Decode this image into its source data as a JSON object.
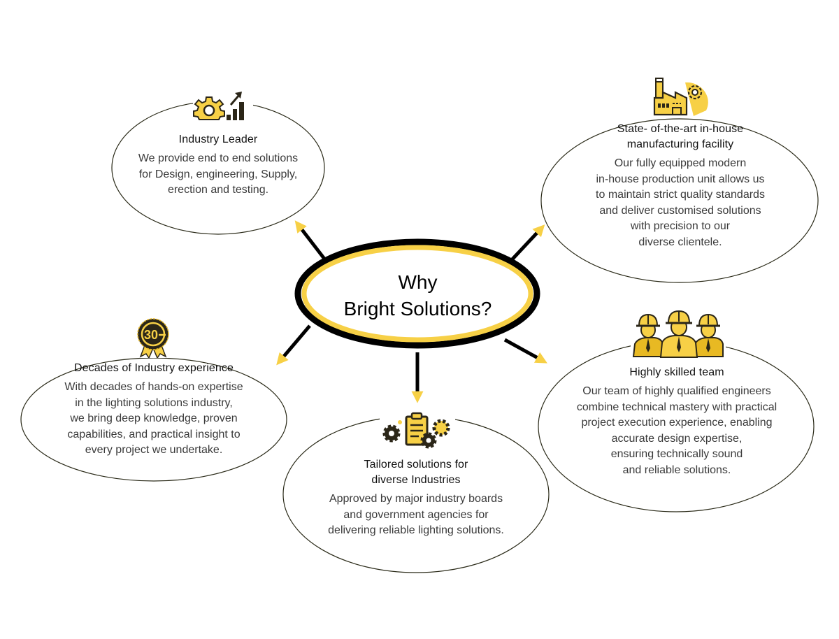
{
  "theme": {
    "accent": "#F7D046",
    "accent_dark": "#E8B923",
    "line": "#000000",
    "icon_dark": "#2b2618",
    "text_title": "#111111",
    "text_body": "#3a3a3a"
  },
  "center": {
    "title_lines": [
      "Why",
      "Bright Solutions?"
    ]
  },
  "nodes": [
    {
      "id": "industry-leader",
      "icon": "gear-growth-chart-icon",
      "title_lines": [
        "Industry Leader"
      ],
      "body_lines": [
        "We provide end to end solutions",
        "for Design, engineering, Supply,",
        "erection and testing."
      ]
    },
    {
      "id": "manufacturing-facility",
      "icon": "factory-gear-icon",
      "title_lines": [
        "State- of-the-art in-house",
        "manufacturing facility"
      ],
      "body_lines": [
        "Our fully equipped modern",
        "in-house production unit allows us",
        "to maintain strict quality standards",
        "and deliver customised solutions",
        "with precision to our",
        "diverse clientele."
      ]
    },
    {
      "id": "industry-experience",
      "icon": "30-years-badge-icon",
      "badge_text": "30",
      "title_lines": [
        "Decades of Industry experience"
      ],
      "body_lines": [
        "With decades of hands-on expertise",
        "in the lighting solutions industry,",
        "we bring deep knowledge, proven",
        "capabilities, and practical insight to",
        "every project we undertake."
      ]
    },
    {
      "id": "tailored-solutions",
      "icon": "clipboard-gears-icon",
      "title_lines": [
        "Tailored solutions for",
        "diverse Industries"
      ],
      "body_lines": [
        "Approved by major industry boards",
        "and government agencies for",
        "delivering reliable lighting solutions."
      ]
    },
    {
      "id": "skilled-team",
      "icon": "engineers-team-icon",
      "title_lines": [
        "Highly skilled team"
      ],
      "body_lines": [
        "Our team of highly qualified engineers",
        "combine technical mastery with practical",
        "project execution experience, enabling",
        "accurate design expertise,",
        "ensuring technically sound",
        "and reliable solutions."
      ]
    }
  ]
}
